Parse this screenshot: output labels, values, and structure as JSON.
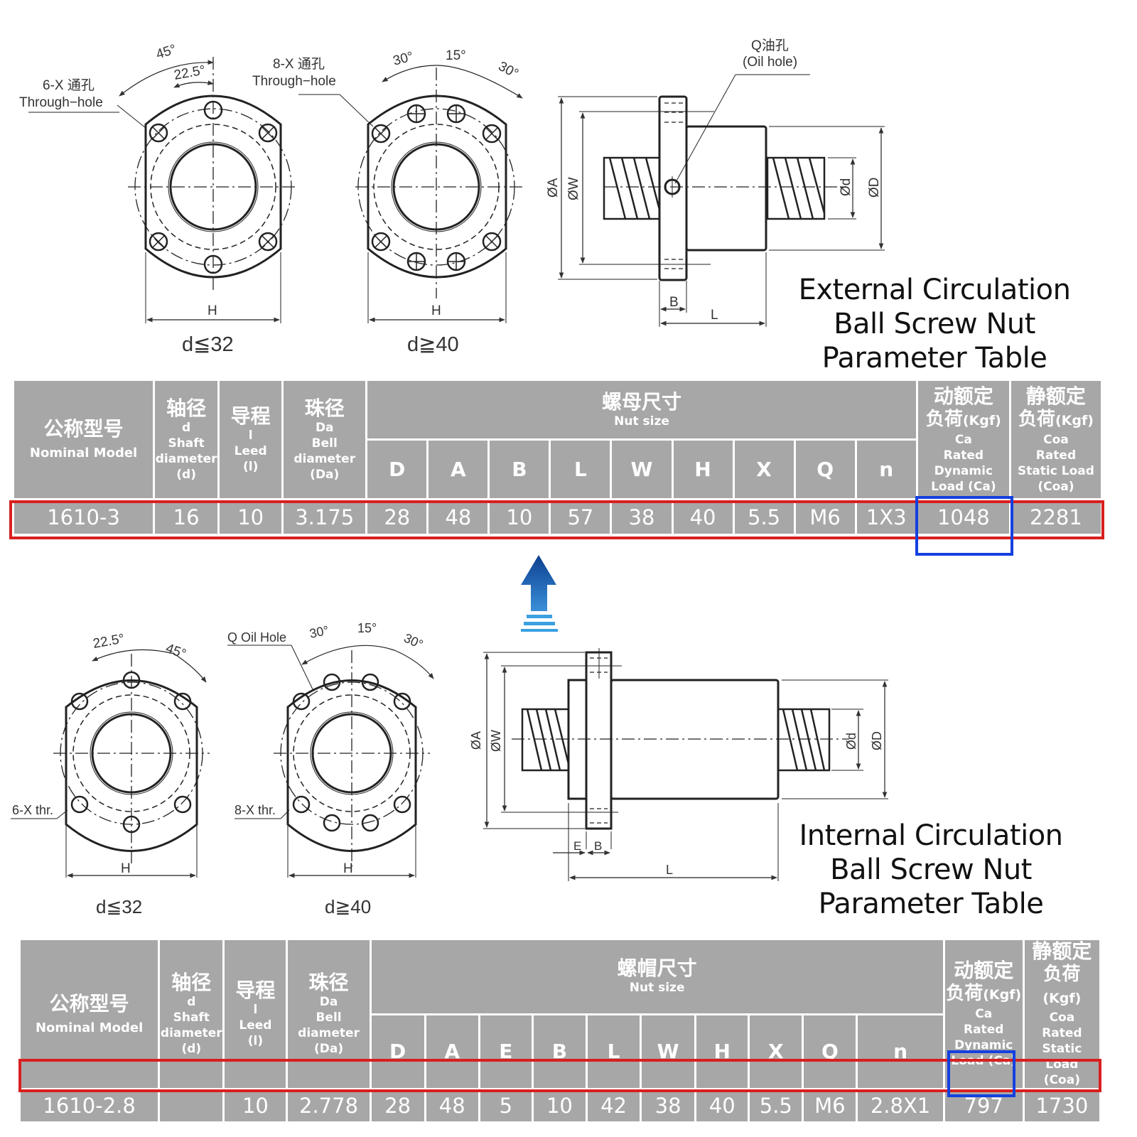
{
  "external": {
    "title_lines": [
      "External Circulation",
      "Ball Screw  Nut",
      "Parameter Table"
    ],
    "front_views": [
      {
        "caption": "d≦32",
        "hole_label_zh": "6-X 通孔",
        "hole_label_en": "Through−hole",
        "angle_outer": "45°",
        "angle_inner": "22.5°",
        "width_label": "H"
      },
      {
        "caption": "d≧40",
        "hole_label_zh": "8-X 通孔",
        "hole_label_en": "Through−hole",
        "angle_left": "30°",
        "angle_mid": "15°",
        "angle_right": "30°",
        "width_label": "H"
      }
    ],
    "side_view": {
      "oil_hole_zh": "Q油孔",
      "oil_hole_en": "(Oil hole)",
      "dim_A": "ØA",
      "dim_W": "ØW",
      "dim_d": "Ød",
      "dim_D": "ØD",
      "dim_B": "B",
      "dim_L": "L"
    },
    "table": {
      "headers": {
        "model": {
          "zh": "公称型号",
          "en": "Nominal Model"
        },
        "shaft": {
          "zh": "轴径",
          "en": [
            "d",
            "Shaft",
            "diameter",
            "(d)"
          ]
        },
        "lead": {
          "zh": "导程",
          "en": [
            "l",
            "Leed",
            "(l)"
          ]
        },
        "ball": {
          "zh": "珠径",
          "en": [
            "Da",
            "Bell",
            "diameter",
            "(Da)"
          ]
        },
        "nut_size": {
          "zh": "螺母尺寸",
          "en": "Nut size"
        },
        "nut_cols": [
          "D",
          "A",
          "B",
          "L",
          "W",
          "H",
          "X",
          "Q",
          "n"
        ],
        "dynamic": {
          "zh1": "动额定",
          "zh2": "负荷",
          "unit": "(Kgf)",
          "en": [
            "Ca",
            "Rated",
            "Dynamic",
            "Load (Ca)"
          ]
        },
        "static": {
          "zh1": "静额定",
          "zh2": "负荷",
          "unit": "(Kgf)",
          "en": [
            "Coa",
            "Rated",
            "Static Load",
            "(Coa)"
          ]
        }
      },
      "row": {
        "model": "1610-3",
        "shaft": "16",
        "lead": "10",
        "ball": "3.175",
        "nut": [
          "28",
          "48",
          "10",
          "57",
          "38",
          "40",
          "5.5",
          "M6",
          "1X3"
        ],
        "dynamic": "1048",
        "static": "2281"
      }
    }
  },
  "internal": {
    "title_lines": [
      "Internal Circulation",
      "Ball Screw Nut",
      "Parameter Table"
    ],
    "front_views": [
      {
        "caption": "d≦32",
        "hole_label": "6-X thr.",
        "angle_inner": "22.5°",
        "angle_outer": "45°",
        "width_label": "H"
      },
      {
        "caption": "d≧40",
        "hole_label": "8-X thr.",
        "oil_hole": "Q Oil Hole",
        "angle_left": "30°",
        "angle_mid": "15°",
        "angle_right": "30°",
        "width_label": "H"
      }
    ],
    "side_view": {
      "dim_A": "ØA",
      "dim_W": "ØW",
      "dim_d": "Ød",
      "dim_D": "ØD",
      "dim_E": "E",
      "dim_B": "B",
      "dim_L": "L"
    },
    "table": {
      "headers": {
        "model": {
          "zh": "公称型号",
          "en": "Nominal Model"
        },
        "shaft": {
          "zh": "轴径",
          "en": [
            "d",
            "Shaft",
            "diameter",
            "(d)"
          ]
        },
        "lead": {
          "zh": "导程",
          "en": [
            "l",
            "Leed",
            "(l)"
          ]
        },
        "ball": {
          "zh": "珠径",
          "en": [
            "Da",
            "Bell",
            "diameter",
            "(Da)"
          ]
        },
        "nut_size": {
          "zh": "螺帽尺寸",
          "en": "Nut size"
        },
        "nut_cols": [
          "D",
          "A",
          "E",
          "B",
          "L",
          "W",
          "H",
          "X",
          "Q",
          "n"
        ],
        "dynamic": {
          "zh1": "动额定",
          "zh2": "负荷",
          "unit": "(Kgf)",
          "en": [
            "Ca",
            "Rated",
            "Dynamic",
            "Load (Ca)"
          ]
        },
        "static": {
          "zh1": "静额定",
          "zh2": "负荷",
          "unit": "(Kgf)",
          "en": [
            "Coa",
            "Rated",
            "Static Load",
            "(Coa)"
          ]
        }
      },
      "row": {
        "model": "1610-2.8",
        "shaft": "",
        "lead": "10",
        "ball": "2.778",
        "nut": [
          "28",
          "48",
          "5",
          "10",
          "42",
          "38",
          "40",
          "5.5",
          "M6",
          "2.8X1"
        ],
        "dynamic": "797",
        "static": "1730"
      }
    }
  },
  "colors": {
    "table_bg": "#a7a7a7",
    "highlight_row": "#d8201f",
    "highlight_cell": "#1340e0",
    "arrow_top": "#0d3f8f",
    "arrow_bottom": "#3aa0e0"
  }
}
